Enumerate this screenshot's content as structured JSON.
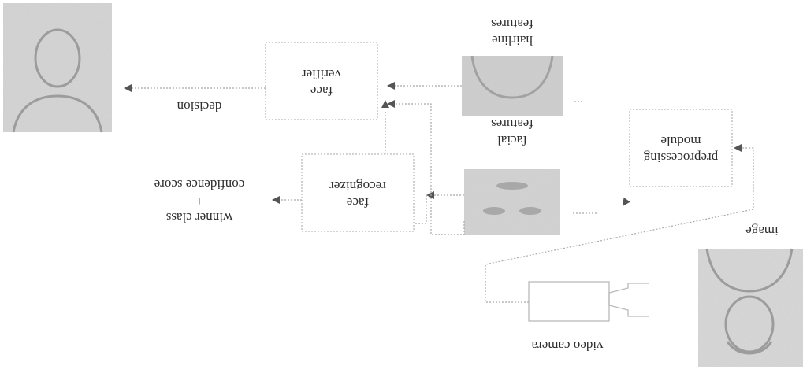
{
  "diagram": {
    "labels": {
      "image": "image",
      "video_camera": "video camera",
      "preprocessing_line1": "preprocessing",
      "preprocessing_line2": "module",
      "hairline_line1": "hairline",
      "hairline_line2": "features",
      "facial_line1": "facial",
      "facial_line2": "features",
      "face_verifier_line1": "face",
      "face_verifier_line2": "verifier",
      "face_recognizer_line1": "face",
      "face_recognizer_line2": "recognizer",
      "decision": "decision",
      "winner_line1": "winner class",
      "winner_line2": "+",
      "winner_line3": "confidence score"
    },
    "colors": {
      "box_stroke": "#b9b9b9",
      "connector": "#a9a9a9",
      "arrowhead": "#555555",
      "text": "#2e2e2e"
    },
    "icons": [
      "person-photo-icon",
      "face-photo-icon",
      "video-camera-icon"
    ]
  }
}
